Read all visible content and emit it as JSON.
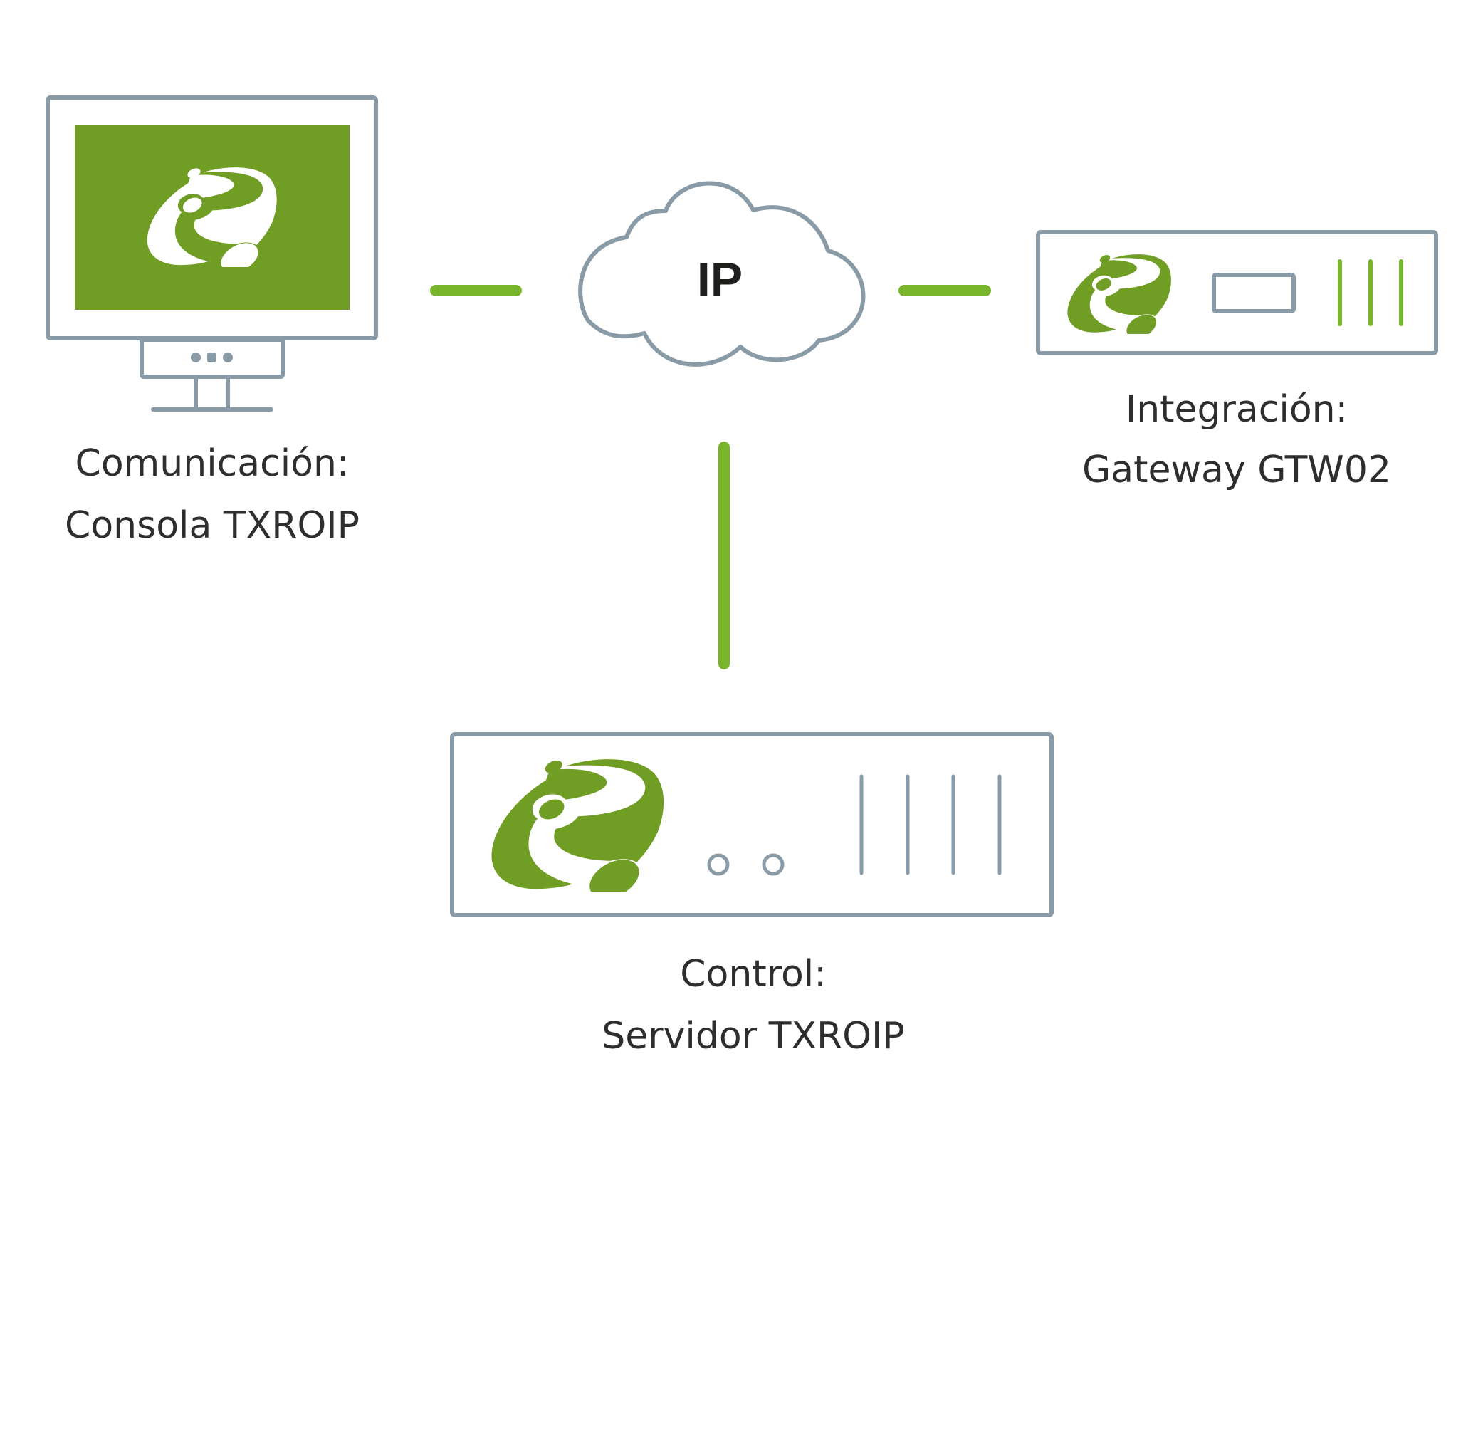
{
  "diagram": {
    "network": {
      "label": "IP",
      "icon": "cloud-icon"
    },
    "nodes": [
      {
        "id": "console",
        "icon": "monitor-icon",
        "line1": "Comunicación:",
        "line2": "Consola TXROIP"
      },
      {
        "id": "gateway",
        "icon": "gateway-device-icon",
        "line1": "Integración:",
        "line2": "Gateway GTW02"
      },
      {
        "id": "server",
        "icon": "server-device-icon",
        "line1": "Control:",
        "line2": "Servidor TXROIP"
      }
    ],
    "connections": [
      {
        "from": "console",
        "to": "network"
      },
      {
        "from": "network",
        "to": "gateway"
      },
      {
        "from": "network",
        "to": "server"
      }
    ]
  },
  "colors": {
    "brand_green": "#709d23",
    "link_green": "#78b52a",
    "outline_gray": "#8a9ba8",
    "text": "#2e2e2c"
  }
}
